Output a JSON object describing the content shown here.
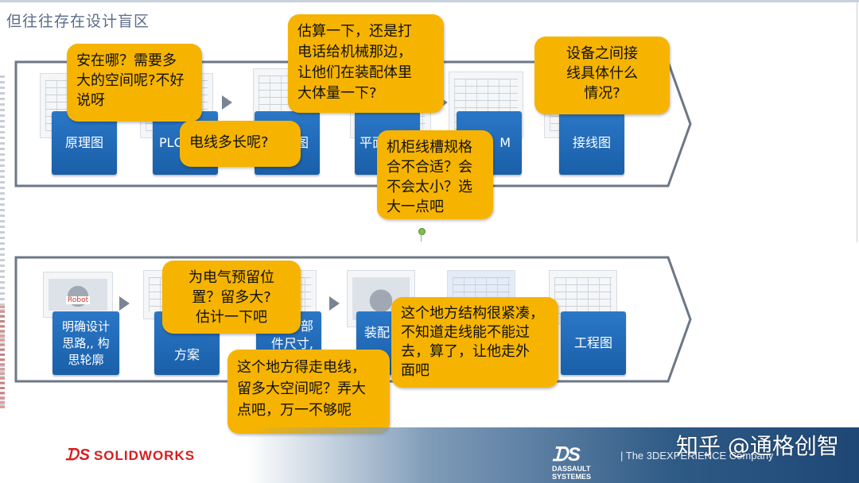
{
  "slide": {
    "title": "但往往存在设计盲区",
    "row1_steps": [
      "原理图",
      "PLC",
      "图",
      "平面",
      "M",
      "接线图"
    ],
    "row2_steps": [
      "明确设计\n思路,, 构\n思轮廓",
      "方案",
      "部\n件尺寸,",
      "装配",
      "工程图"
    ],
    "bubbles": {
      "b1": "安在哪？需要多\n大的空间呢?不好\n说呀",
      "b2": "电线多长呢?",
      "b3": "估算一下，还是打\n电话给机械那边，\n让他们在装配体里\n大体量一下?",
      "b4": "机柜线槽规格\n合不合适？会\n不会太小？选\n大一点吧",
      "b5": "设备之间接\n线具体什么\n情况?",
      "b6": "为电气预留位\n置？留多大?\n估计一下吧",
      "b7": "这个地方得走电线，\n留多大空间呢？弄大\n点吧，万一不够呢",
      "b8": "这个地方结构很紧凑，\n不知道走线能不能过\n去，算了，让他走外\n面吧"
    },
    "thumb_label": "Robot",
    "colors": {
      "step_blue": "#1f68b4",
      "bubble_yellow": "#f6b400",
      "band_stroke": "#6d7786"
    }
  },
  "footer": {
    "solidworks_mark": "ᗪS",
    "solidworks_text": "SOLIDWORKS",
    "ds_mark": "ᗪS",
    "ds_line1": "DASSAULT",
    "ds_line2": "SYSTEMES",
    "ds_tagline": "| The 3DEXPERIENCE Company",
    "watermark": "知乎 @通格创智"
  }
}
